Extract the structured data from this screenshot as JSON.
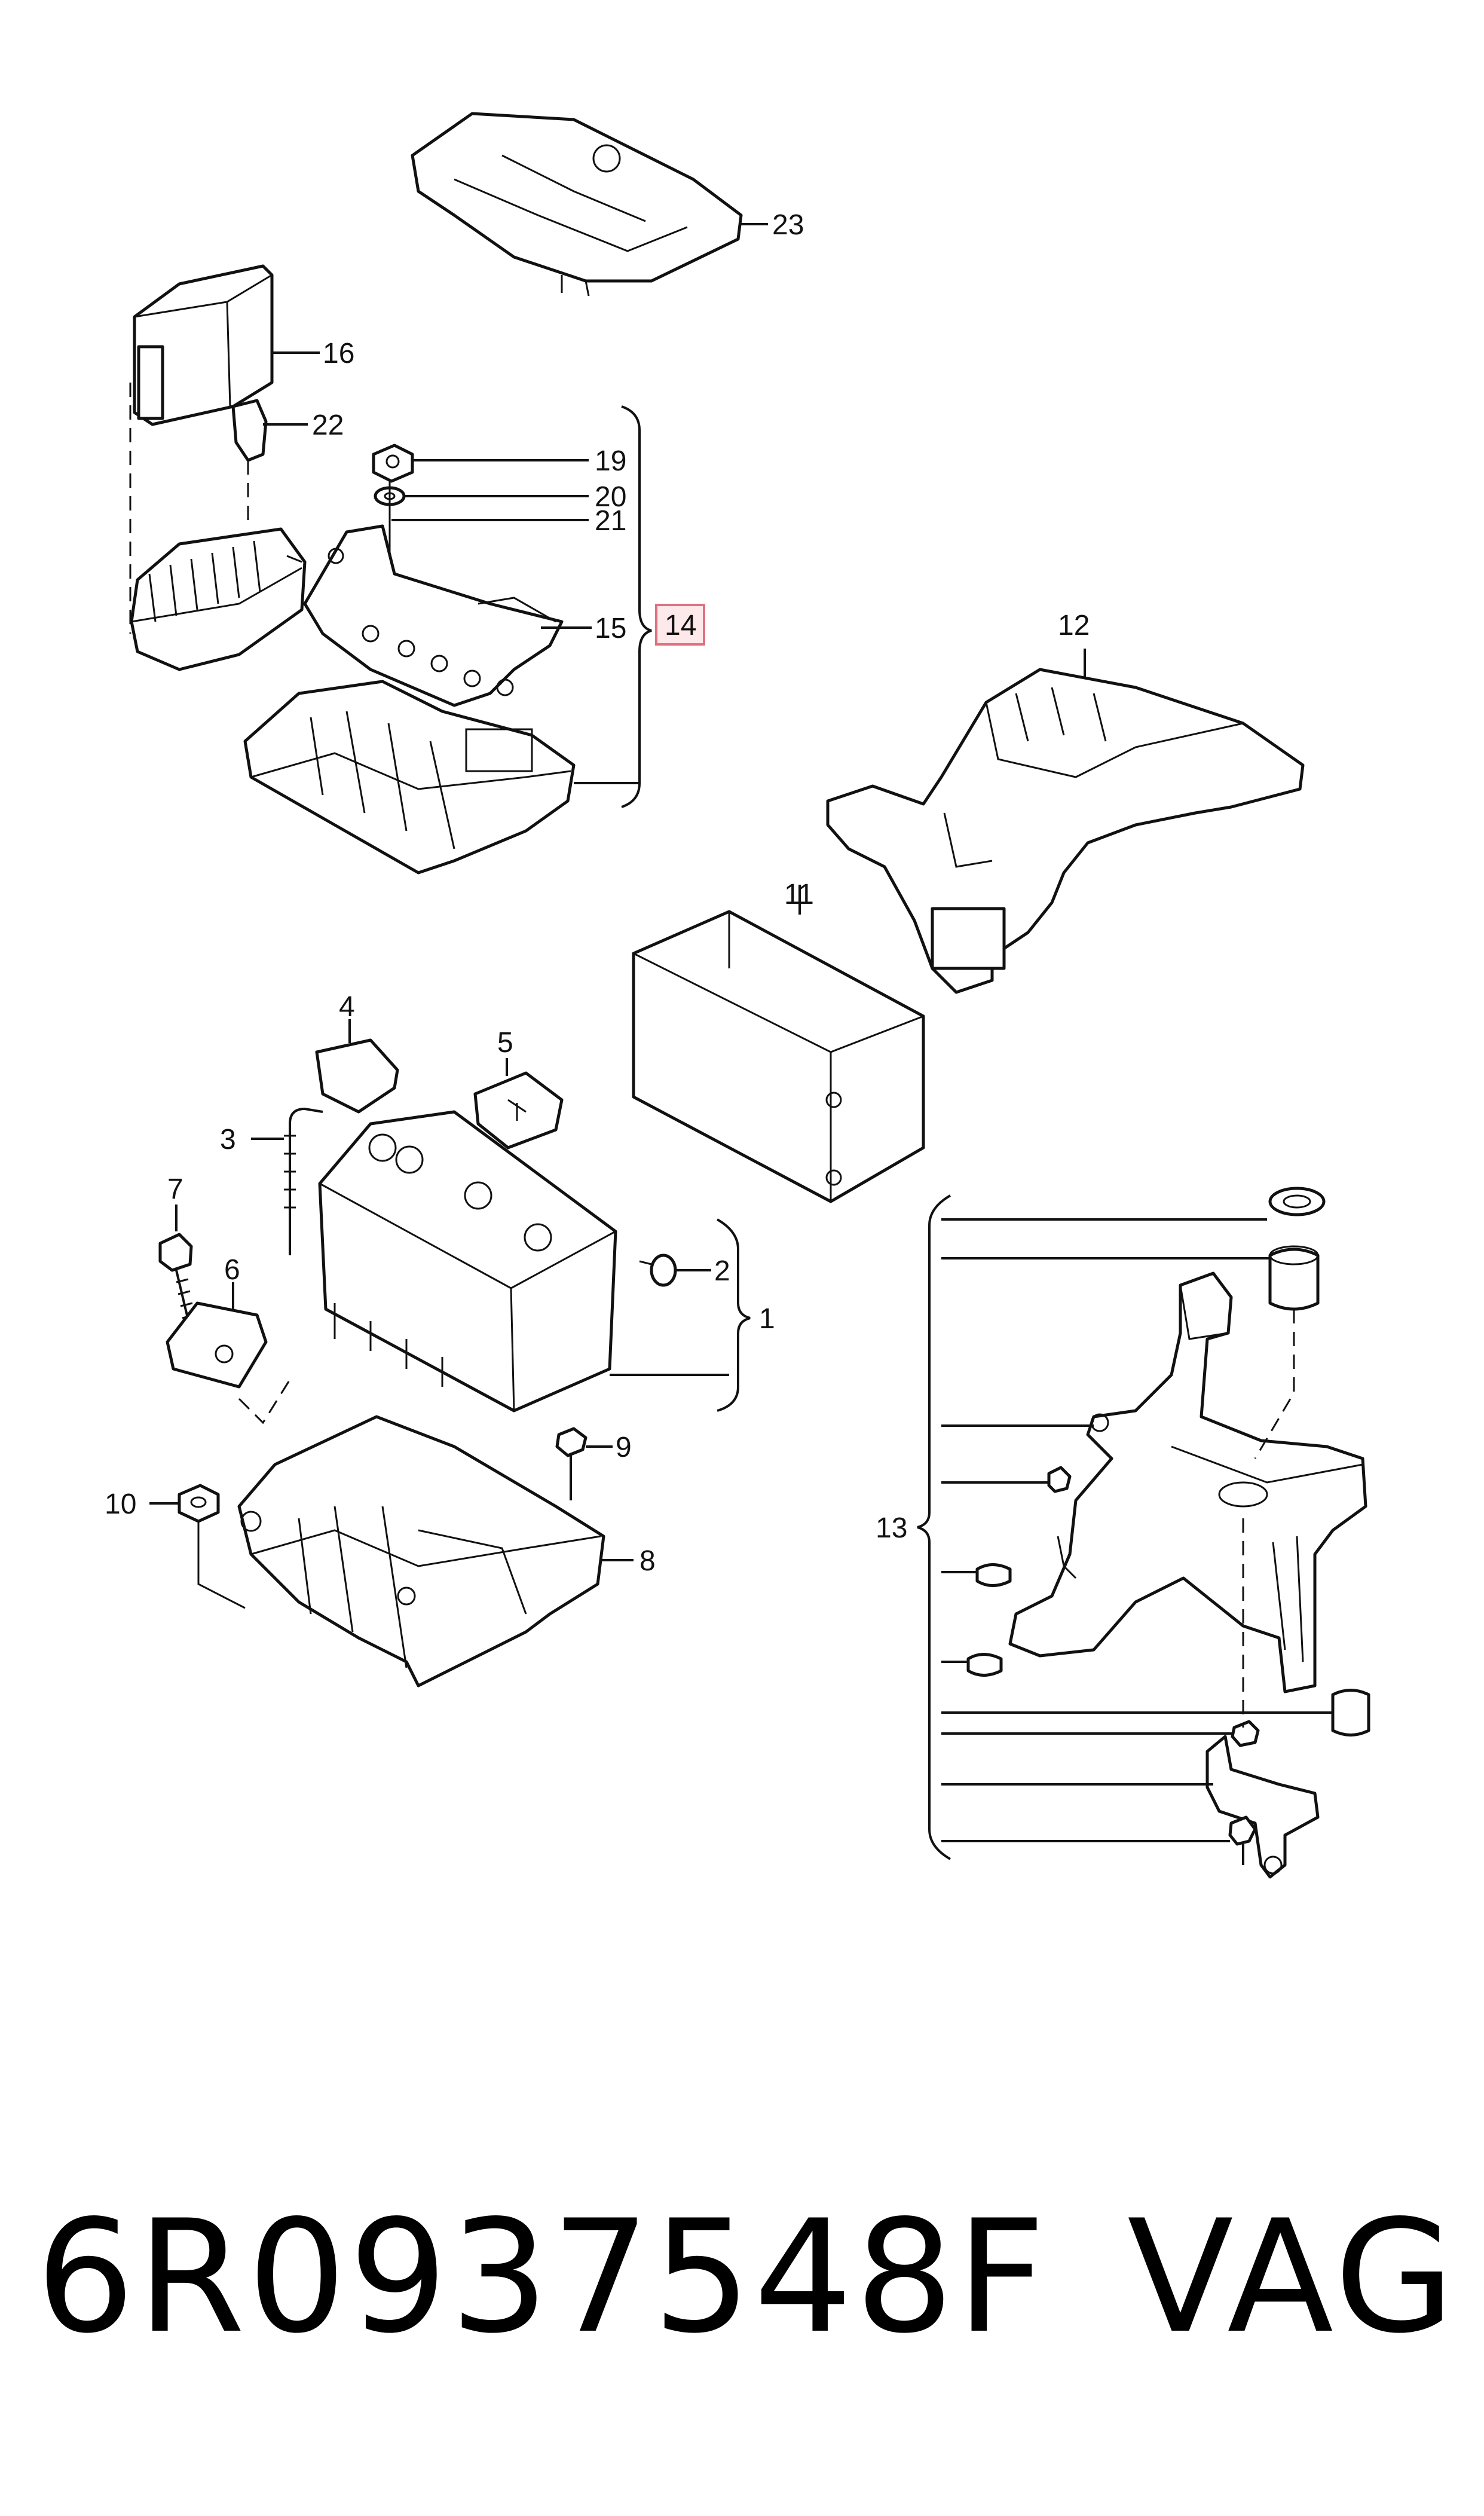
{
  "callouts": {
    "c1": "1",
    "c2": "2",
    "c3": "3",
    "c4": "4",
    "c5": "5",
    "c6": "6",
    "c7": "7",
    "c8": "8",
    "c9": "9",
    "c10": "10",
    "c11": "11",
    "c12": "12",
    "c13": "13",
    "c14": "14",
    "c15": "15",
    "c16": "16",
    "c19": "19",
    "c20": "20",
    "c21": "21",
    "c22": "22",
    "c23": "23"
  },
  "highlighted_callout": "14",
  "footer": {
    "part_number": "6R0937548F",
    "brand": "VAG"
  },
  "colors": {
    "highlight_fill": "#fde8ea",
    "highlight_stroke": "#e07080",
    "ink": "#111111"
  }
}
